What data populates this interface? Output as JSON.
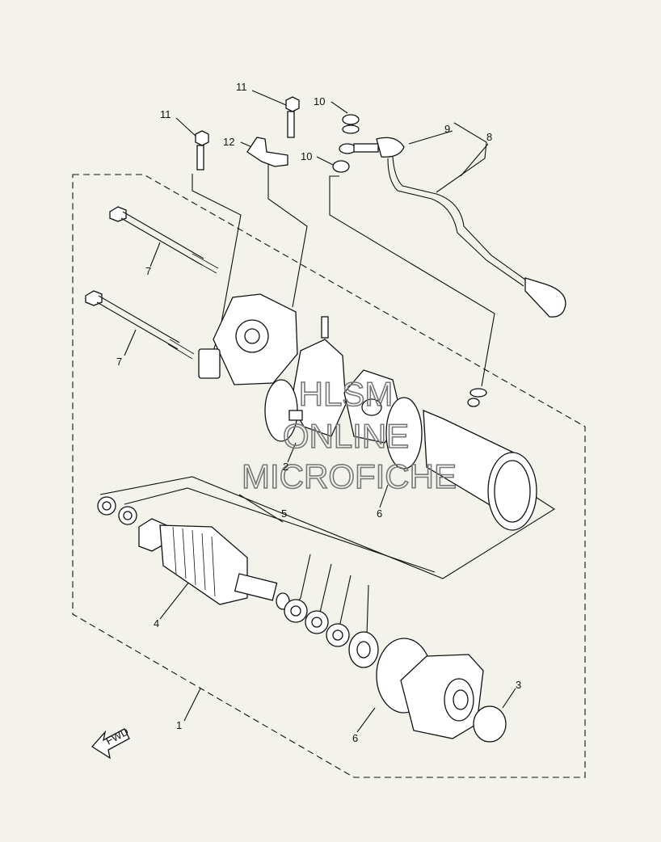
{
  "labels": {
    "p1": "1",
    "p2": "2",
    "p3": "3",
    "p4": "4",
    "p5": "5",
    "p6a": "6",
    "p6b": "6",
    "p7a": "7",
    "p7b": "7",
    "p8": "8",
    "p9": "9",
    "p10a": "10",
    "p10b": "10",
    "p11a": "11",
    "p11b": "11",
    "p12": "12"
  },
  "fwd_label": "FWD",
  "watermark": {
    "line1": "HLSM",
    "line2": "ONLINE",
    "line3": "MICROFICHE"
  }
}
